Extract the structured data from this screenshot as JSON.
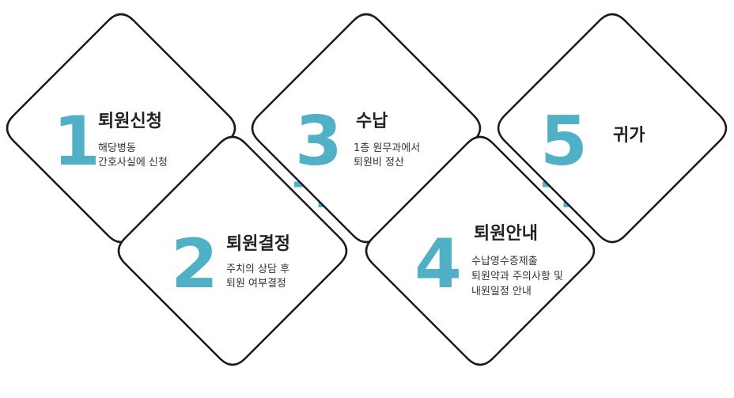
{
  "accent_color": "#4fb0c6",
  "outline_color": "#1a1a1a",
  "steps": [
    {
      "number": "1",
      "title": "퇴원신청",
      "lines": [
        "해당병동",
        "간호사실에 신청"
      ]
    },
    {
      "number": "2",
      "title": "퇴원결정",
      "lines": [
        "주치의 상담 후",
        "퇴원 여부결정"
      ]
    },
    {
      "number": "3",
      "title": "수납",
      "lines": [
        "1층 원무과에서",
        "퇴원비 정산"
      ]
    },
    {
      "number": "4",
      "title": "퇴원안내",
      "lines": [
        "수납영수증제출",
        "퇴원약과 주의사항 및",
        "내원일정 안내"
      ]
    },
    {
      "number": "5",
      "title": "귀가",
      "lines": []
    }
  ]
}
